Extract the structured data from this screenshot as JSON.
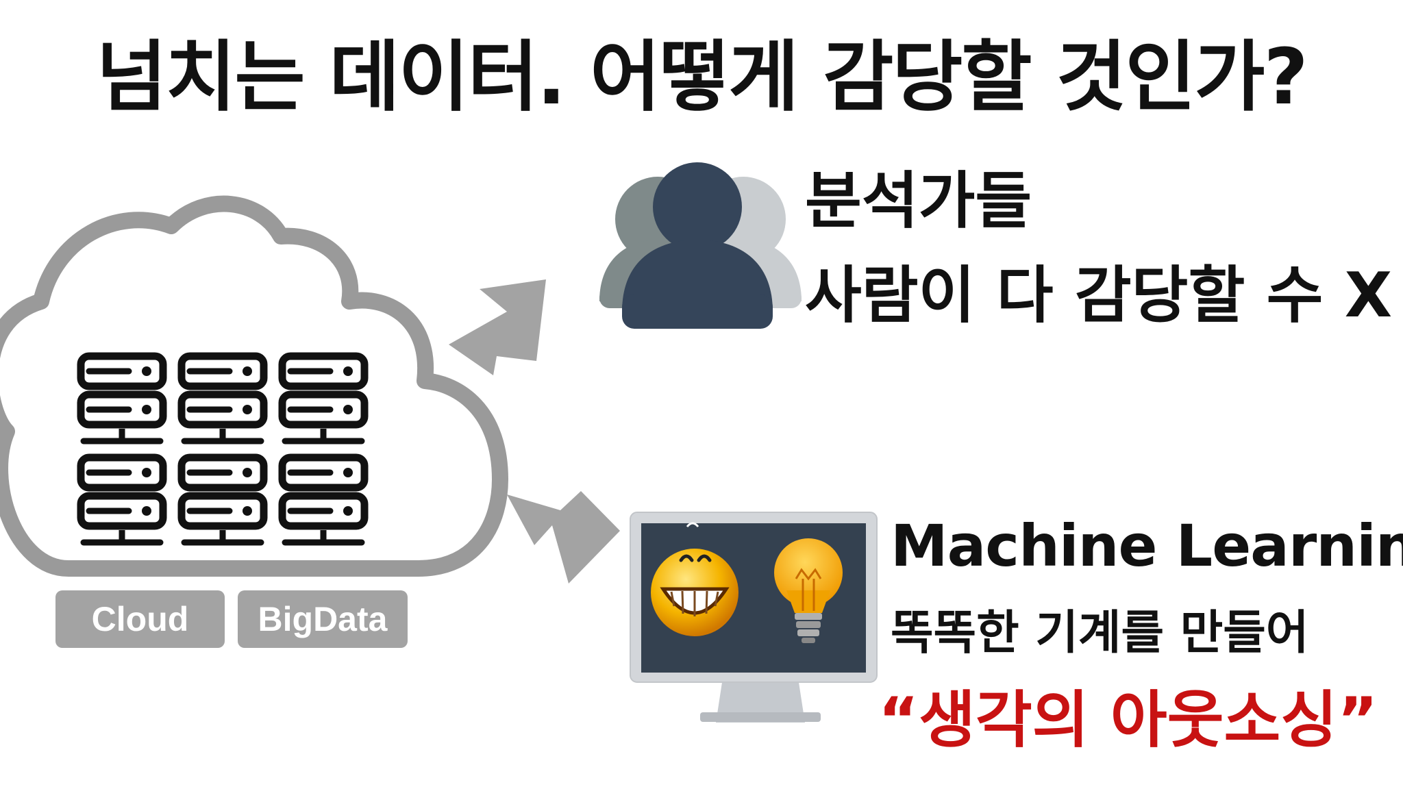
{
  "title": "넘치는 데이터. 어떻게 감당할 것인가?",
  "analysts": {
    "heading": "분석가들",
    "statement": "사람이 다 감당할 수 X"
  },
  "machine": {
    "heading": "Machine Learning",
    "subtitle": "똑똑한 기계를 만들어",
    "emphasis": "“생각의 아웃소싱”"
  },
  "tags": {
    "cloud": "Cloud",
    "bigdata": "BigData"
  },
  "icons": [
    "cloud-icon",
    "server-icon",
    "arrow-icon",
    "people-icon",
    "monitor-icon",
    "smiley-icon",
    "lightbulb-icon"
  ],
  "colors": {
    "accent": "#c81212",
    "gray": "#a3a3a3",
    "person_dark": "#35455a",
    "monitor_screen": "#344150"
  }
}
